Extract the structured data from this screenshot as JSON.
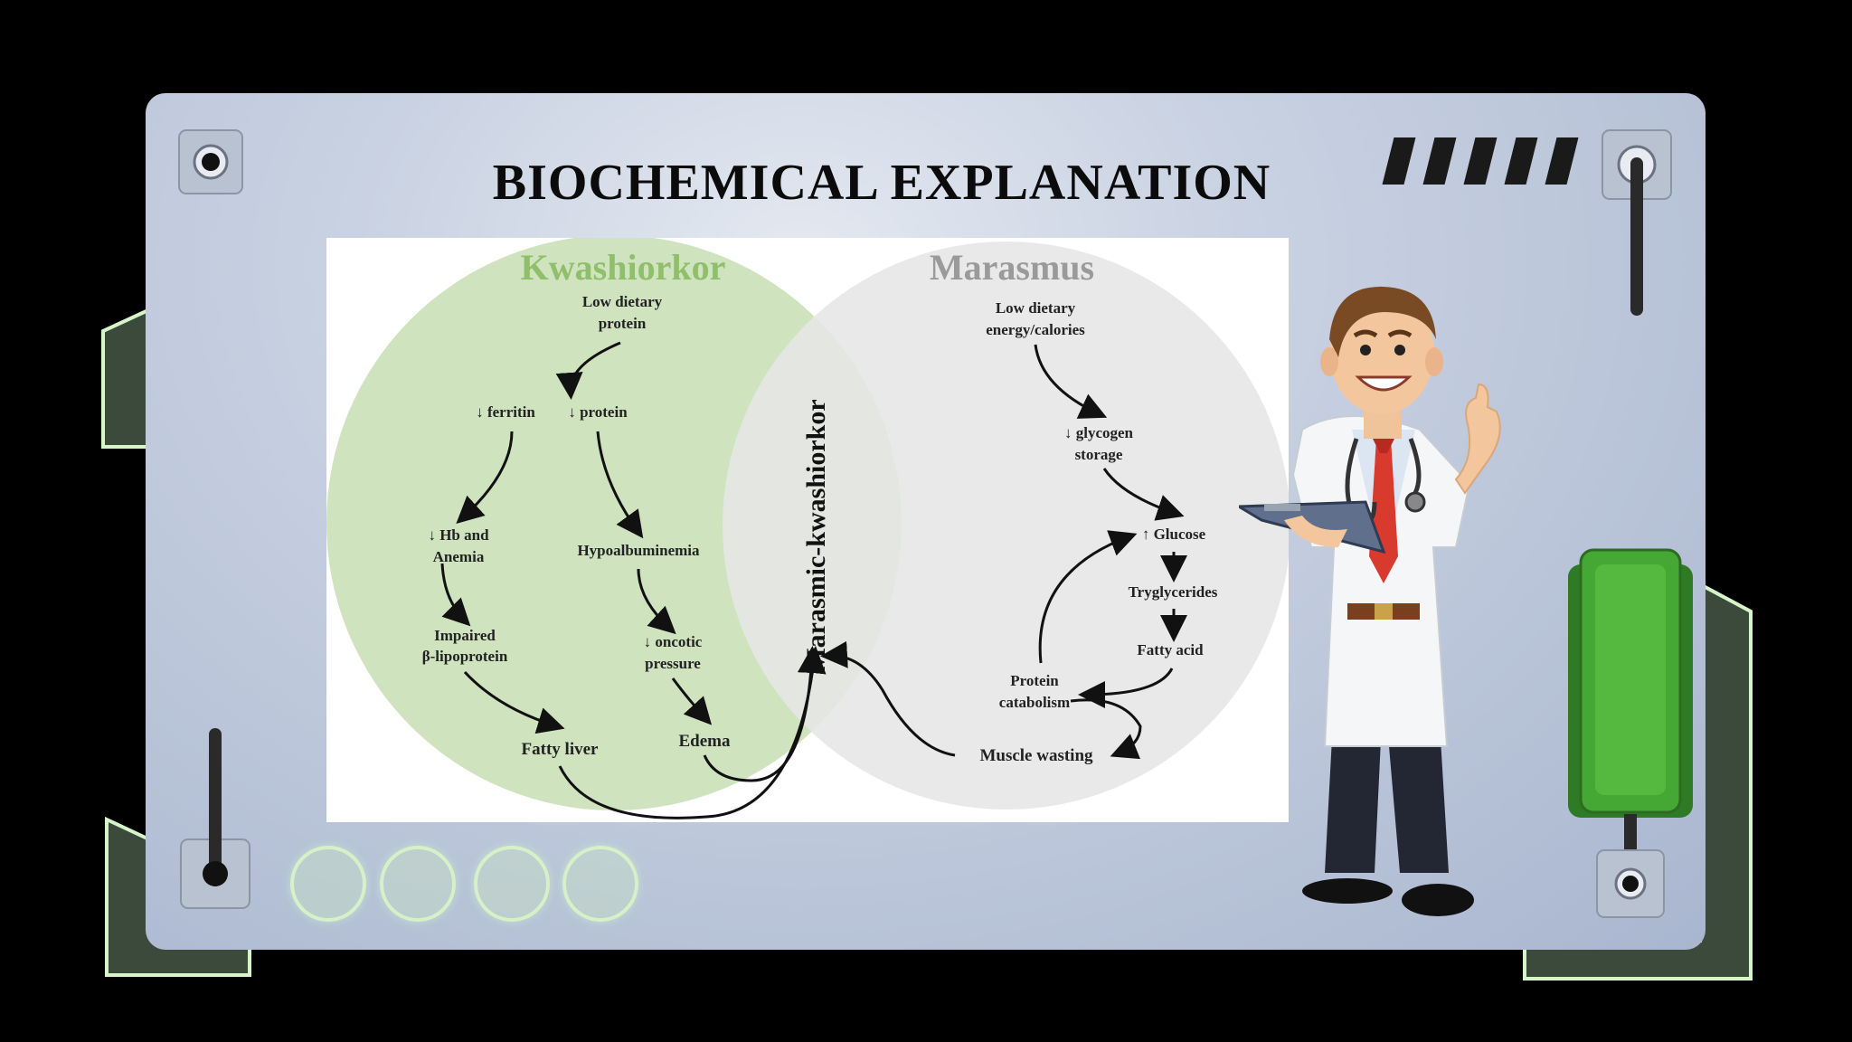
{
  "slide": {
    "title": "BIOCHEMICAL EXPLANATION"
  },
  "diagram": {
    "left_title": "Kwashiorkor",
    "right_title": "Marasmus",
    "center_label": "Marasmic-kwashiorkor",
    "left_circle_color": "#cfe3bf",
    "right_circle_color": "#e6e6e6",
    "left_title_color": "#8fbf6a",
    "right_title_color": "#9a9a9a",
    "nodes": {
      "low_protein_1": "Low dietary",
      "low_protein_2": "protein",
      "ferritin": "↓ ferritin",
      "protein": "↓ protein",
      "hb_1": "↓ Hb and",
      "hb_2": "Anemia",
      "hypoalb": "Hypoalbuminemia",
      "impaired_1": "Impaired",
      "impaired_2": "β-lipoprotein",
      "oncotic_1": "↓ oncotic",
      "oncotic_2": "pressure",
      "fatty_liver": "Fatty liver",
      "edema": "Edema",
      "low_energy_1": "Low dietary",
      "low_energy_2": "energy/calories",
      "glycogen_1": "↓ glycogen",
      "glycogen_2": "storage",
      "glucose": "↑ Glucose",
      "tryglycerides": "Tryglycerides",
      "fatty_acid": "Fatty acid",
      "catabolism_1": "Protein",
      "catabolism_2": "catabolism",
      "muscle_wasting": "Muscle wasting"
    }
  },
  "decor": {
    "accent_green": "#3f9a2e",
    "neon_outline": "#d6f5c8",
    "frame_bg": "#000000"
  }
}
